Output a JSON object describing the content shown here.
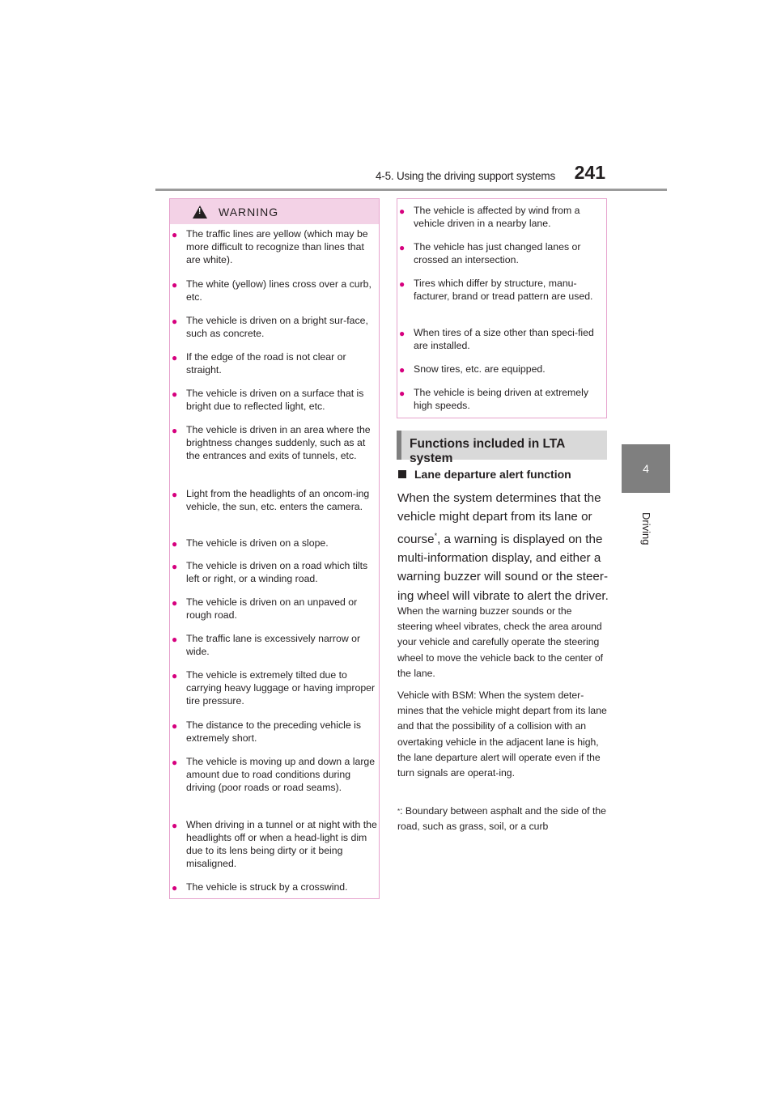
{
  "header": {
    "section": "4-5. Using the driving support systems",
    "page_number": "241"
  },
  "side_tab": {
    "number": "4",
    "label": "Driving"
  },
  "warning": {
    "title": "WARNING",
    "items": [
      "The traffic lines are yellow (which may be more difficult to recognize than lines that are white).",
      "The white (yellow) lines cross over a curb, etc.",
      "The vehicle is driven on a bright sur-face, such as concrete.",
      "If the edge of the road is not clear or straight.",
      "The vehicle is driven on a surface that is bright due to reflected light, etc.",
      "The vehicle is driven in an area where the brightness changes suddenly, such as at the entrances and exits of tunnels, etc.",
      "Light from the headlights of an oncom-ing vehicle, the sun, etc. enters the camera.",
      "The vehicle is driven on a slope.",
      "The vehicle is driven on a road which tilts left or right, or a winding road.",
      "The vehicle is driven on an unpaved or rough road.",
      "The traffic lane is excessively narrow or wide.",
      "The vehicle is extremely tilted due to carrying heavy luggage or having improper tire pressure.",
      "The distance to the preceding vehicle is extremely short.",
      "The vehicle is moving up and down a large amount due to road conditions during driving (poor roads or road seams).",
      "When driving in a tunnel or at night with the headlights off or when a head-light is dim due to its lens being dirty or it being misaligned.",
      "The vehicle is struck by a crosswind."
    ],
    "continued_items": [
      "The vehicle is affected by wind from a vehicle driven in a nearby lane.",
      "The vehicle has just changed lanes or crossed an intersection.",
      "Tires which differ by structure, manu-facturer, brand or tread pattern are used.",
      "When tires of a size other than speci-fied are installed.",
      "Snow tires, etc. are equipped.",
      "The vehicle is being driven at extremely high speeds."
    ]
  },
  "functions": {
    "heading": "Functions included in LTA system",
    "subheading": "Lane departure alert function",
    "body_part1": "When the system determines that the vehicle might depart from its lane or course",
    "body_mark": "*",
    "body_part2": ", a warning is displayed on the multi-information display, and either a warning buzzer will sound or the steer-ing wheel will vibrate to alert the driver.",
    "para1": "When the warning buzzer sounds or the steering wheel vibrates, check the area around your vehicle and carefully operate the steering wheel to move the vehicle back to the center of the lane.",
    "para2": "Vehicle with BSM: When the system deter-mines that the vehicle might depart from its lane and that the possibility of a collision with an overtaking vehicle in the adjacent lane is high, the lane departure alert will operate even if the turn signals are operat-ing.",
    "note_mark": "*",
    "note_text": ": Boundary between asphalt and the side of the road, such as grass, soil, or a curb"
  }
}
